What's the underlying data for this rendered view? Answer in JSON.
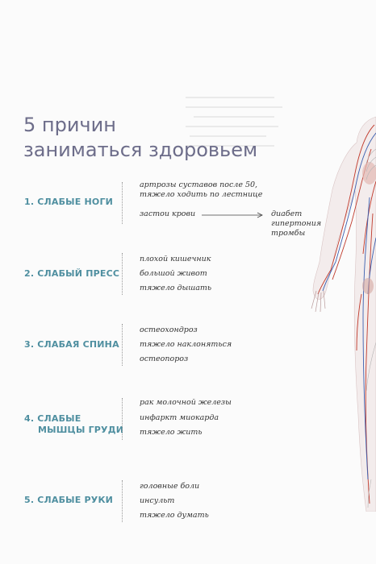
{
  "title": {
    "line1": "5 причин",
    "line2": "заниматься здоровьем"
  },
  "reasons": [
    {
      "label": "1. СЛАБЫЕ НОГИ",
      "effects": [
        "артрозы суставов после 50,",
        "тяжело ходить по лестнице",
        "застои крови"
      ]
    },
    {
      "label": "2. СЛАБЫЙ ПРЕСС",
      "effects": [
        "плохой кишечник",
        "большой живот",
        "тяжело дышать"
      ]
    },
    {
      "label": "3. СЛАБАЯ СПИНА",
      "effects": [
        "остеохондроз",
        "тяжело наклоняться",
        "остеопороз"
      ]
    },
    {
      "label_line1": "4. СЛАБЫЕ",
      "label_line2": "МЫШЦЫ ГРУДИ",
      "effects": [
        "рак молочной железы",
        "инфаркт миокарда",
        "тяжело жить"
      ]
    },
    {
      "label": "5. СЛАБЫЕ РУКИ",
      "effects": [
        "головные боли",
        "инсульт",
        "тяжело думать"
      ]
    }
  ],
  "blood_stasis_consequences": [
    "диабет",
    "гипертония",
    "тромбы"
  ],
  "colors": {
    "title": "#6d6d8a",
    "label": "#4f8fa0",
    "text": "#333333",
    "vessel_red": "#c0392b",
    "vessel_blue": "#3a5fb0"
  },
  "icons": {
    "arrow": "right-arrow-icon",
    "illustration": "circulatory-system-illustration"
  }
}
